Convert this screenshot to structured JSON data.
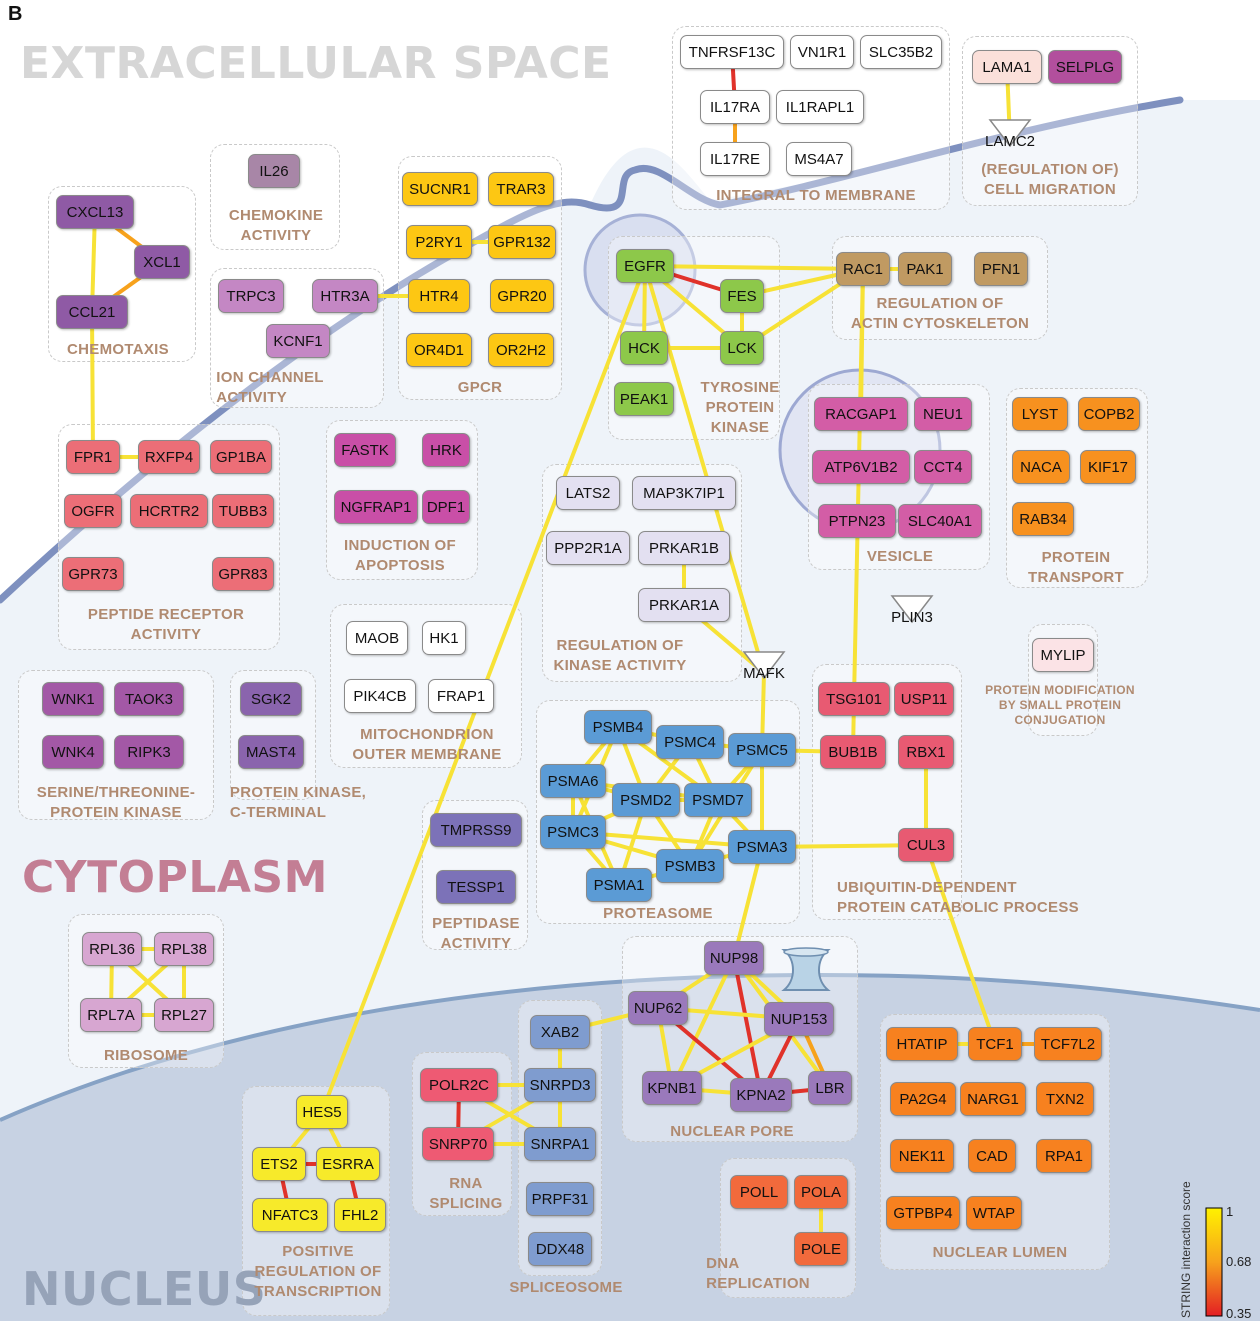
{
  "panel_label": "B",
  "regions": {
    "extracellular": "EXTRACELLULAR SPACE",
    "cytoplasm": "CYTOPLASM",
    "nucleus": "NUCLEUS"
  },
  "colors": {
    "membrane": "#7e90bf",
    "cytoplasm_fill": "#eef3f9",
    "nucleus_fill": "#c7d2e3",
    "group_label": "#b08a70",
    "edge_high": "#f7e236",
    "edge_mid": "#f7a21c",
    "edge_low": "#e0322a"
  },
  "nodes": {
    "TNFRSF13C": {
      "label": "TNFRSF13C",
      "color": "#ffffff"
    },
    "VN1R1": {
      "label": "VN1R1",
      "color": "#ffffff"
    },
    "SLC35B2": {
      "label": "SLC35B2",
      "color": "#ffffff"
    },
    "IL17RA": {
      "label": "IL17RA",
      "color": "#ffffff"
    },
    "IL1RAPL1": {
      "label": "IL1RAPL1",
      "color": "#ffffff"
    },
    "IL17RE": {
      "label": "IL17RE",
      "color": "#ffffff"
    },
    "MS4A7": {
      "label": "MS4A7",
      "color": "#ffffff"
    },
    "LAMA1": {
      "label": "LAMA1",
      "color": "#fbe0da"
    },
    "SELPLG": {
      "label": "SELPLG",
      "color": "#b24f9d"
    },
    "LAMC2": {
      "label": "LAMC2",
      "color": "#ffffff",
      "shape": "tri"
    },
    "IL26": {
      "label": "IL26",
      "color": "#a886a7"
    },
    "CXCL13": {
      "label": "CXCL13",
      "color": "#8f5aa5"
    },
    "XCL1": {
      "label": "XCL1",
      "color": "#8f5aa5"
    },
    "CCL21": {
      "label": "CCL21",
      "color": "#8f5aa5"
    },
    "SUCNR1": {
      "label": "SUCNR1",
      "color": "#fdc713"
    },
    "TRAR3": {
      "label": "TRAR3",
      "color": "#fdc713"
    },
    "P2RY1": {
      "label": "P2RY1",
      "color": "#fdc713"
    },
    "GPR132": {
      "label": "GPR132",
      "color": "#fdc713"
    },
    "HTR4": {
      "label": "HTR4",
      "color": "#fdc713"
    },
    "GPR20": {
      "label": "GPR20",
      "color": "#fdc713"
    },
    "OR4D1": {
      "label": "OR4D1",
      "color": "#fdc713"
    },
    "OR2H2": {
      "label": "OR2H2",
      "color": "#fdc713"
    },
    "TRPC3": {
      "label": "TRPC3",
      "color": "#c487c4"
    },
    "HTR3A": {
      "label": "HTR3A",
      "color": "#c487c4"
    },
    "KCNF1": {
      "label": "KCNF1",
      "color": "#c487c4"
    },
    "EGFR": {
      "label": "EGFR",
      "color": "#8dc84a"
    },
    "FES": {
      "label": "FES",
      "color": "#8dc84a"
    },
    "HCK": {
      "label": "HCK",
      "color": "#8dc84a"
    },
    "LCK": {
      "label": "LCK",
      "color": "#8dc84a"
    },
    "PEAK1": {
      "label": "PEAK1",
      "color": "#8dc84a"
    },
    "RAC1": {
      "label": "RAC1",
      "color": "#c09a62"
    },
    "PAK1": {
      "label": "PAK1",
      "color": "#c09a62"
    },
    "PFN1": {
      "label": "PFN1",
      "color": "#c09a62"
    },
    "RACGAP1": {
      "label": "RACGAP1",
      "color": "#d35da6"
    },
    "NEU1": {
      "label": "NEU1",
      "color": "#d35da6"
    },
    "ATP6V1B2": {
      "label": "ATP6V1B2",
      "color": "#d35da6"
    },
    "CCT4": {
      "label": "CCT4",
      "color": "#d35da6"
    },
    "PTPN23": {
      "label": "PTPN23",
      "color": "#d35da6"
    },
    "SLC40A1": {
      "label": "SLC40A1",
      "color": "#d35da6"
    },
    "LYST": {
      "label": "LYST",
      "color": "#f7911f"
    },
    "COPB2": {
      "label": "COPB2",
      "color": "#f7911f"
    },
    "NACA": {
      "label": "NACA",
      "color": "#f7911f"
    },
    "KIF17": {
      "label": "KIF17",
      "color": "#f7911f"
    },
    "RAB34": {
      "label": "RAB34",
      "color": "#f7911f"
    },
    "FPR1": {
      "label": "FPR1",
      "color": "#ec6e77"
    },
    "RXFP4": {
      "label": "RXFP4",
      "color": "#ec6e77"
    },
    "GP1BA": {
      "label": "GP1BA",
      "color": "#ec6e77"
    },
    "OGFR": {
      "label": "OGFR",
      "color": "#ec6e77"
    },
    "HCRTR2": {
      "label": "HCRTR2",
      "color": "#ec6e77"
    },
    "TUBB3": {
      "label": "TUBB3",
      "color": "#ec6e77"
    },
    "GPR73": {
      "label": "GPR73",
      "color": "#ec6e77"
    },
    "GPR83": {
      "label": "GPR83",
      "color": "#ec6e77"
    },
    "FASTK": {
      "label": "FASTK",
      "color": "#c94fa7"
    },
    "HRK": {
      "label": "HRK",
      "color": "#c94fa7"
    },
    "NGFRAP1": {
      "label": "NGFRAP1",
      "color": "#c94fa7"
    },
    "DPF1": {
      "label": "DPF1",
      "color": "#c94fa7"
    },
    "LATS2": {
      "label": "LATS2",
      "color": "#e3e0f1"
    },
    "MAP3K7IP1": {
      "label": "MAP3K7IP1",
      "color": "#e3e0f1"
    },
    "PPP2R1A": {
      "label": "PPP2R1A",
      "color": "#e3e0f1"
    },
    "PRKAR1B": {
      "label": "PRKAR1B",
      "color": "#e3e0f1"
    },
    "PRKAR1A": {
      "label": "PRKAR1A",
      "color": "#e3e0f1"
    },
    "PLIN3": {
      "label": "PLIN3",
      "color": "#ffffff",
      "shape": "tri"
    },
    "MAFK": {
      "label": "MAFK",
      "color": "#ffffff",
      "shape": "tri"
    },
    "MYLIP": {
      "label": "MYLIP",
      "color": "#fbe3e6"
    },
    "MAOB": {
      "label": "MAOB",
      "color": "#ffffff"
    },
    "HK1": {
      "label": "HK1",
      "color": "#ffffff"
    },
    "PIK4CB": {
      "label": "PIK4CB",
      "color": "#ffffff"
    },
    "FRAP1": {
      "label": "FRAP1",
      "color": "#ffffff"
    },
    "WNK1": {
      "label": "WNK1",
      "color": "#a358a6"
    },
    "TAOK3": {
      "label": "TAOK3",
      "color": "#a358a6"
    },
    "WNK4": {
      "label": "WNK4",
      "color": "#a358a6"
    },
    "RIPK3": {
      "label": "RIPK3",
      "color": "#a358a6"
    },
    "SGK2": {
      "label": "SGK2",
      "color": "#8a64ad"
    },
    "MAST4": {
      "label": "MAST4",
      "color": "#8a64ad"
    },
    "PSMB4": {
      "label": "PSMB4",
      "color": "#5b9bd5"
    },
    "PSMC4": {
      "label": "PSMC4",
      "color": "#5b9bd5"
    },
    "PSMC5": {
      "label": "PSMC5",
      "color": "#5b9bd5"
    },
    "PSMA6": {
      "label": "PSMA6",
      "color": "#5b9bd5"
    },
    "PSMD2": {
      "label": "PSMD2",
      "color": "#5b9bd5"
    },
    "PSMD7": {
      "label": "PSMD7",
      "color": "#5b9bd5"
    },
    "PSMC3": {
      "label": "PSMC3",
      "color": "#5b9bd5"
    },
    "PSMA3": {
      "label": "PSMA3",
      "color": "#5b9bd5"
    },
    "PSMB3": {
      "label": "PSMB3",
      "color": "#5b9bd5"
    },
    "PSMA1": {
      "label": "PSMA1",
      "color": "#5b9bd5"
    },
    "TSG101": {
      "label": "TSG101",
      "color": "#e85a72"
    },
    "USP11": {
      "label": "USP11",
      "color": "#e85a72"
    },
    "BUB1B": {
      "label": "BUB1B",
      "color": "#e85a72"
    },
    "RBX1": {
      "label": "RBX1",
      "color": "#e85a72"
    },
    "CUL3": {
      "label": "CUL3",
      "color": "#e85a72"
    },
    "TMPRSS9": {
      "label": "TMPRSS9",
      "color": "#7c72b8"
    },
    "TESSP1": {
      "label": "TESSP1",
      "color": "#7c72b8"
    },
    "RPL36": {
      "label": "RPL36",
      "color": "#d7a6d1"
    },
    "RPL38": {
      "label": "RPL38",
      "color": "#d7a6d1"
    },
    "RPL7A": {
      "label": "RPL7A",
      "color": "#d7a6d1"
    },
    "RPL27": {
      "label": "RPL27",
      "color": "#d7a6d1"
    },
    "NUP98": {
      "label": "NUP98",
      "color": "#9a79bb"
    },
    "NUP62": {
      "label": "NUP62",
      "color": "#9a79bb"
    },
    "NUP153": {
      "label": "NUP153",
      "color": "#9a79bb"
    },
    "KPNB1": {
      "label": "KPNB1",
      "color": "#9a79bb"
    },
    "KPNA2": {
      "label": "KPNA2",
      "color": "#9a79bb"
    },
    "LBR": {
      "label": "LBR",
      "color": "#9a79bb"
    },
    "XAB2": {
      "label": "XAB2",
      "color": "#7f9ccf"
    },
    "SNRPD3": {
      "label": "SNRPD3",
      "color": "#7f9ccf"
    },
    "SNRPA1": {
      "label": "SNRPA1",
      "color": "#7f9ccf"
    },
    "PRPF31": {
      "label": "PRPF31",
      "color": "#7f9ccf"
    },
    "DDX48": {
      "label": "DDX48",
      "color": "#7f9ccf"
    },
    "POLR2C": {
      "label": "POLR2C",
      "color": "#ee5a73"
    },
    "SNRP70": {
      "label": "SNRP70",
      "color": "#ee5a73"
    },
    "HES5": {
      "label": "HES5",
      "color": "#f7ea2a"
    },
    "ETS2": {
      "label": "ETS2",
      "color": "#f7ea2a"
    },
    "ESRRA": {
      "label": "ESRRA",
      "color": "#f7ea2a"
    },
    "NFATC3": {
      "label": "NFATC3",
      "color": "#f7ea2a"
    },
    "FHL2": {
      "label": "FHL2",
      "color": "#f7ea2a"
    },
    "POLL": {
      "label": "POLL",
      "color": "#f26a3c"
    },
    "POLA": {
      "label": "POLA",
      "color": "#f26a3c"
    },
    "POLE": {
      "label": "POLE",
      "color": "#f26a3c"
    },
    "HTATIP": {
      "label": "HTATIP",
      "color": "#f7811f"
    },
    "TCF1": {
      "label": "TCF1",
      "color": "#f7811f"
    },
    "TCF7L2": {
      "label": "TCF7L2",
      "color": "#f7811f"
    },
    "PA2G4": {
      "label": "PA2G4",
      "color": "#f7811f"
    },
    "NARG1": {
      "label": "NARG1",
      "color": "#f7811f"
    },
    "TXN2": {
      "label": "TXN2",
      "color": "#f7811f"
    },
    "NEK11": {
      "label": "NEK11",
      "color": "#f7811f"
    },
    "CAD": {
      "label": "CAD",
      "color": "#f7811f"
    },
    "RPA1": {
      "label": "RPA1",
      "color": "#f7811f"
    },
    "GTPBP4": {
      "label": "GTPBP4",
      "color": "#f7811f"
    },
    "WTAP": {
      "label": "WTAP",
      "color": "#f7811f"
    }
  },
  "groups": {
    "integral": "INTEGRAL TO MEMBRANE",
    "migration": "(REGULATION OF)\nCELL MIGRATION",
    "chemokine": "CHEMOKINE\nACTIVITY",
    "chemotaxis": "CHEMOTAXIS",
    "gpcr": "GPCR",
    "ion": "ION CHANNEL\nACTIVITY",
    "tyrosine": "TYROSINE\nPROTEIN\nKINASE",
    "actin": "REGULATION OF\nACTIN CYTOSKELETON",
    "vesicle": "VESICLE",
    "transport": "PROTEIN\nTRANSPORT",
    "peptide": "PEPTIDE RECEPTOR\nACTIVITY",
    "apoptosis": "INDUCTION OF\nAPOPTOSIS",
    "kinase_reg": "REGULATION OF\nKINASE ACTIVITY",
    "modification": "PROTEIN MODIFICATION\nBY SMALL PROTEIN\nCONJUGATION",
    "mito": "MITOCHONDRION\nOUTER MEMBRANE",
    "serine": "SERINE/THREONINE-\nPROTEIN KINASE",
    "pkc": "PROTEIN KINASE,\nC-TERMINAL",
    "proteasome": "PROTEASOME",
    "ubiquitin": "UBIQUITIN-DEPENDENT\nPROTEIN CATABOLIC PROCESS",
    "peptidase": "PEPTIDASE\nACTIVITY",
    "ribosome": "RIBOSOME",
    "nuclear_pore": "NUCLEAR PORE",
    "rna_splicing": "RNA\nSPLICING",
    "spliceosome": "SPLICEOSOME",
    "transcription": "POSITIVE\nREGULATION OF\nTRANSCRIPTION",
    "dna": "DNA\nREPLICATION",
    "lumen": "NUCLEAR LUMEN"
  },
  "edges": [
    [
      "TNFRSF13C",
      "IL17RA",
      "low"
    ],
    [
      "IL17RA",
      "IL17RE",
      "mid"
    ],
    [
      "LAMA1",
      "LAMC2",
      "high"
    ],
    [
      "CXCL13",
      "XCL1",
      "mid"
    ],
    [
      "XCL1",
      "CCL21",
      "mid"
    ],
    [
      "CXCL13",
      "CCL21",
      "high"
    ],
    [
      "CCL21",
      "FPR1",
      "high"
    ],
    [
      "FPR1",
      "RXFP4",
      "high"
    ],
    [
      "P2RY1",
      "GPR132",
      "high"
    ],
    [
      "HTR3A",
      "HTR4",
      "high"
    ],
    [
      "EGFR",
      "FES",
      "low"
    ],
    [
      "EGFR",
      "HCK",
      "high"
    ],
    [
      "EGFR",
      "LCK",
      "high"
    ],
    [
      "HCK",
      "LCK",
      "high"
    ],
    [
      "FES",
      "LCK",
      "high"
    ],
    [
      "EGFR",
      "RAC1",
      "high"
    ],
    [
      "FES",
      "RAC1",
      "high"
    ],
    [
      "LCK",
      "RAC1",
      "high"
    ],
    [
      "RAC1",
      "PAK1",
      "high"
    ],
    [
      "RAC1",
      "RACGAP1",
      "high"
    ],
    [
      "EGFR",
      "HES5",
      "high"
    ],
    [
      "EGFR",
      "MAFK",
      "high"
    ],
    [
      "PRKAR1B",
      "PRKAR1A",
      "high"
    ],
    [
      "PRKAR1A",
      "MAFK",
      "high"
    ],
    [
      "MAFK",
      "PSMC5",
      "high"
    ],
    [
      "RAC1",
      "TSG101",
      "high"
    ],
    [
      "TSG101",
      "BUB1B",
      "high"
    ],
    [
      "RBX1",
      "CUL3",
      "high"
    ],
    [
      "PSMA3",
      "CUL3",
      "high"
    ],
    [
      "CUL3",
      "TCF1",
      "high"
    ],
    [
      "PSMA3",
      "NUP98",
      "high"
    ],
    [
      "PSMB4",
      "PSMC4",
      "high"
    ],
    [
      "PSMC4",
      "PSMC5",
      "high"
    ],
    [
      "PSMB4",
      "PSMA6",
      "high"
    ],
    [
      "PSMB4",
      "PSMD2",
      "high"
    ],
    [
      "PSMB4",
      "PSMD7",
      "high"
    ],
    [
      "PSMC4",
      "PSMD2",
      "high"
    ],
    [
      "PSMC4",
      "PSMD7",
      "high"
    ],
    [
      "PSMC5",
      "PSMD7",
      "high"
    ],
    [
      "PSMC5",
      "PSMA3",
      "high"
    ],
    [
      "PSMA6",
      "PSMD2",
      "high"
    ],
    [
      "PSMA6",
      "PSMC3",
      "high"
    ],
    [
      "PSMD2",
      "PSMD7",
      "high"
    ],
    [
      "PSMD2",
      "PSMC3",
      "high"
    ],
    [
      "PSMD7",
      "PSMA3",
      "high"
    ],
    [
      "PSMC3",
      "PSMA1",
      "high"
    ],
    [
      "PSMC3",
      "PSMB3",
      "high"
    ],
    [
      "PSMA1",
      "PSMB3",
      "high"
    ],
    [
      "PSMB3",
      "PSMA3",
      "high"
    ],
    [
      "PSMA6",
      "PSMA1",
      "high"
    ],
    [
      "PSMD2",
      "PSMB3",
      "high"
    ],
    [
      "PSMB4",
      "PSMC3",
      "high"
    ],
    [
      "PSMA6",
      "PSMD7",
      "high"
    ],
    [
      "PSMC3",
      "PSMA3",
      "high"
    ],
    [
      "PSMD2",
      "PSMA1",
      "high"
    ],
    [
      "PSMD7",
      "PSMB3",
      "high"
    ],
    [
      "PSMC5",
      "PSMB3",
      "high"
    ],
    [
      "PSMC5",
      "BUB1B",
      "high"
    ],
    [
      "RPL36",
      "RPL38",
      "high"
    ],
    [
      "RPL36",
      "RPL7A",
      "high"
    ],
    [
      "RPL36",
      "RPL27",
      "high"
    ],
    [
      "RPL38",
      "RPL7A",
      "high"
    ],
    [
      "RPL38",
      "RPL27",
      "high"
    ],
    [
      "RPL7A",
      "RPL27",
      "high"
    ],
    [
      "NUP98",
      "NUP62",
      "high"
    ],
    [
      "NUP98",
      "NUP153",
      "high"
    ],
    [
      "NUP98",
      "KPNB1",
      "high"
    ],
    [
      "NUP98",
      "KPNA2",
      "low"
    ],
    [
      "NUP98",
      "LBR",
      "high"
    ],
    [
      "NUP62",
      "NUP153",
      "high"
    ],
    [
      "NUP62",
      "KPNB1",
      "high"
    ],
    [
      "NUP62",
      "KPNA2",
      "low"
    ],
    [
      "NUP153",
      "KPNB1",
      "high"
    ],
    [
      "NUP153",
      "KPNA2",
      "low"
    ],
    [
      "NUP153",
      "LBR",
      "mid"
    ],
    [
      "KPNB1",
      "KPNA2",
      "high"
    ],
    [
      "KPNA2",
      "LBR",
      "low"
    ],
    [
      "NUP62",
      "XAB2",
      "high"
    ],
    [
      "POLR2C",
      "SNRPD3",
      "high"
    ],
    [
      "POLR2C",
      "SNRP70",
      "low"
    ],
    [
      "POLR2C",
      "SNRPA1",
      "high"
    ],
    [
      "SNRP70",
      "SNRPD3",
      "high"
    ],
    [
      "SNRP70",
      "SNRPA1",
      "high"
    ],
    [
      "SNRPD3",
      "SNRPA1",
      "high"
    ],
    [
      "XAB2",
      "SNRPD3",
      "high"
    ],
    [
      "ETS2",
      "ESRRA",
      "low"
    ],
    [
      "ETS2",
      "NFATC3",
      "low"
    ],
    [
      "ESRRA",
      "FHL2",
      "low"
    ],
    [
      "HES5",
      "ETS2",
      "high"
    ],
    [
      "HES5",
      "ESRRA",
      "high"
    ],
    [
      "POLA",
      "POLE",
      "high"
    ],
    [
      "TCF1",
      "TCF7L2",
      "mid"
    ],
    [
      "HTATIP",
      "TCF1",
      "high"
    ]
  ],
  "legend": {
    "title": "STRING interaction score",
    "ticks": [
      "1",
      "0.68",
      "0.35"
    ]
  }
}
